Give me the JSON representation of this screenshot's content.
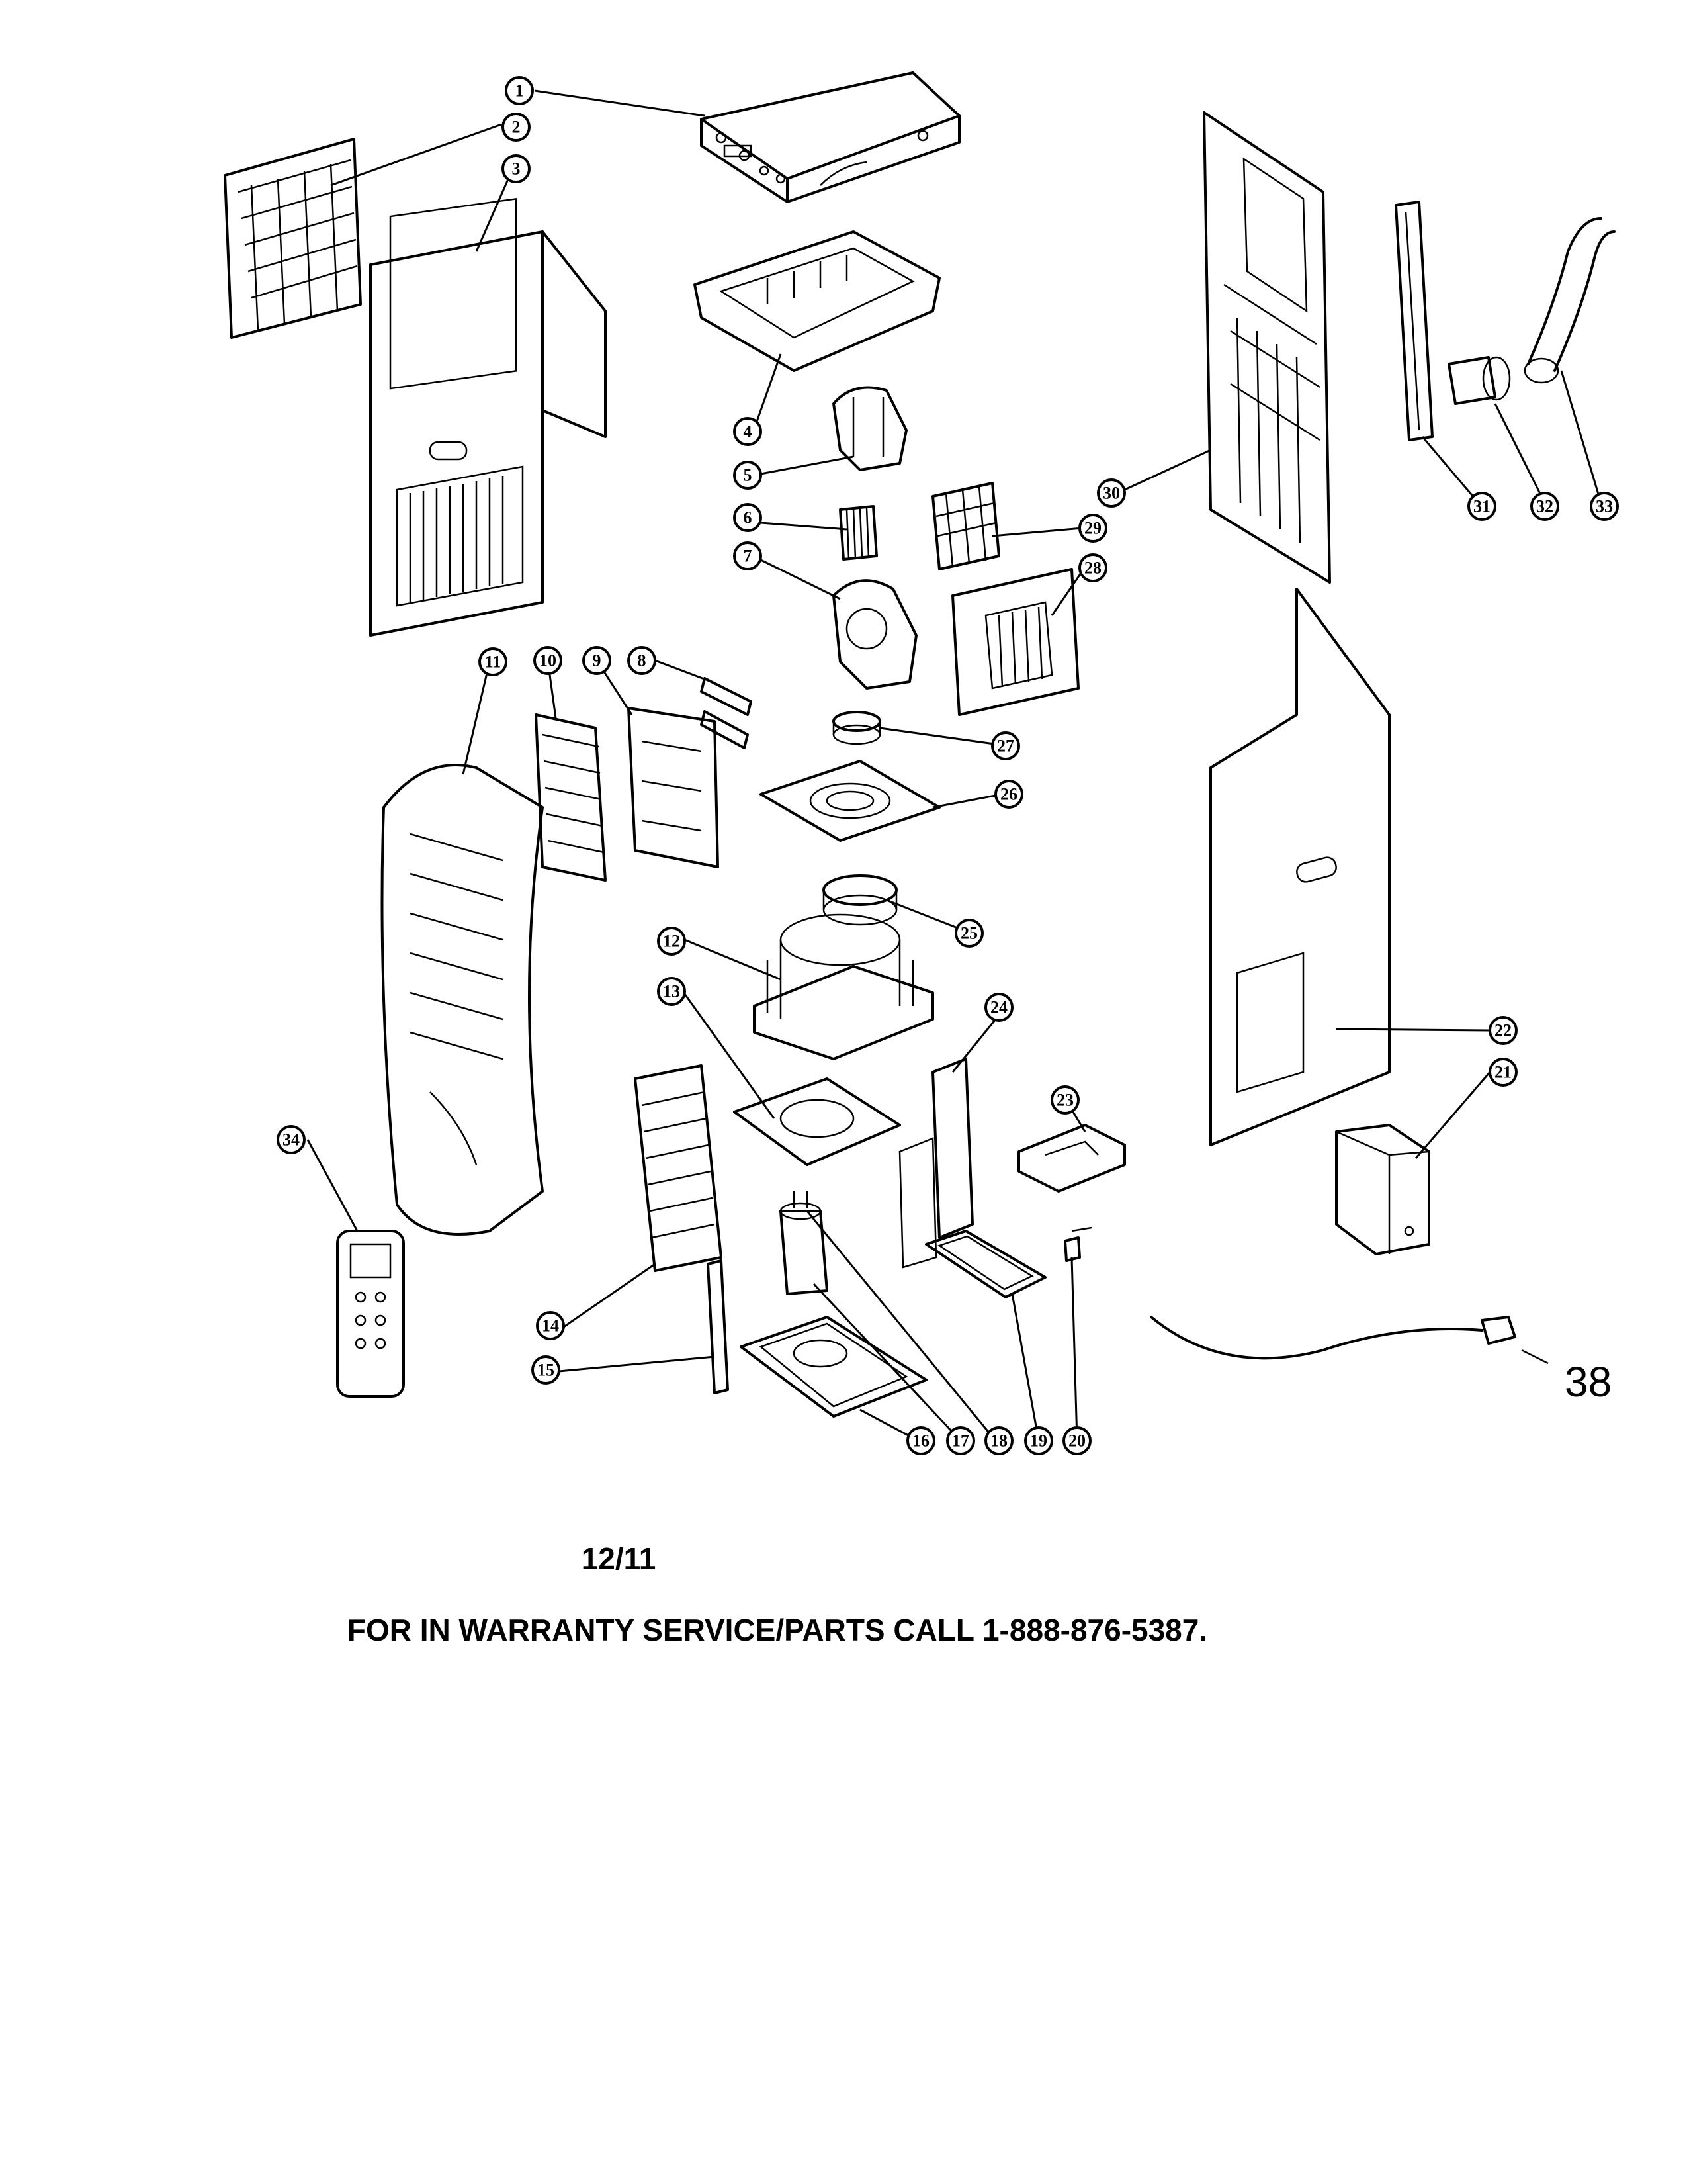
{
  "diagram": {
    "callouts": [
      "1",
      "2",
      "3",
      "4",
      "5",
      "6",
      "7",
      "8",
      "9",
      "10",
      "11",
      "12",
      "13",
      "14",
      "15",
      "16",
      "17",
      "18",
      "19",
      "20",
      "21",
      "22",
      "23",
      "24",
      "25",
      "26",
      "27",
      "28",
      "29",
      "30",
      "31",
      "32",
      "33",
      "34"
    ],
    "cord_label": "38"
  },
  "footer": {
    "date": "12/11",
    "service_line": "FOR IN WARRANTY SERVICE/PARTS CALL 1-888-876-5387."
  }
}
